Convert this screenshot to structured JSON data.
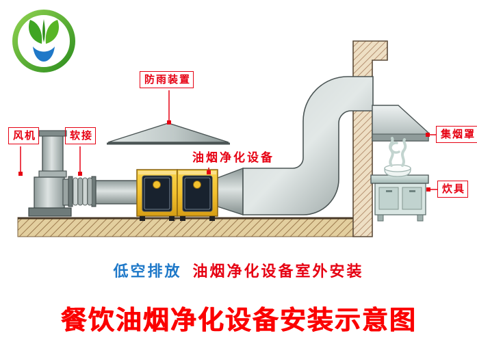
{
  "annotations": {
    "rain_cover": "防雨装置",
    "fan": "风机",
    "soft_connector": "软接",
    "purifier": "油烟净化设备",
    "smoke_hood": "集烟罩",
    "cookware": "炊具"
  },
  "caption": {
    "highlight": "低空排放",
    "rest": "油烟净化设备室外安装"
  },
  "title": "餐饮油烟净化设备安装示意图",
  "colors": {
    "label_red": "#e60012",
    "caption_blue": "#1e78c8",
    "title_red": "#fb0000",
    "cabinet_yellow": "#f2c12e",
    "duct_gray": "#aab5b4",
    "wall_tan": "#eedfc4",
    "ground_tan": "#e3cf9f",
    "logo_green": "#3fa523",
    "logo_blue": "#1f78c8"
  }
}
